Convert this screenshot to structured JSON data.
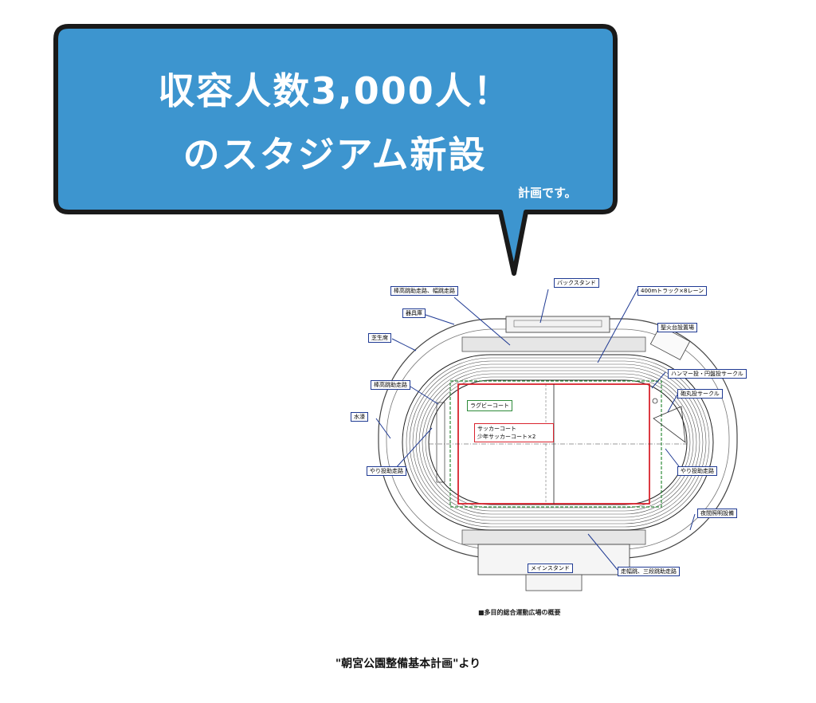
{
  "headline": {
    "line1": "収容人数3,000人！",
    "line2": "のスタジアム新設",
    "note": "計画です。"
  },
  "colors": {
    "bubble_fill": "#3d95cf",
    "bubble_border": "#1a1a1a",
    "label_border": "#1f3a93",
    "rugby_court": "#2e8b3a",
    "soccer_court": "#d9232e"
  },
  "diagram": {
    "labels": {
      "back_stand": "バックスタンド",
      "track": "400mトラック×8レーン",
      "long_jump_pole_vault": "棒高跳助走路、幅跳走路",
      "storage": "器具庫",
      "lawn_seats": "芝生席",
      "cauldron_area": "聖火台設置場",
      "hammer_discus": "ハンマー投・円盤投サークル",
      "pole_vault_runway": "棒高跳助走路",
      "shot_put": "砲丸投サークル",
      "water_jump": "水濠",
      "javelin_left": "やり投助走路",
      "javelin_right": "やり投助走路",
      "night_lighting": "夜間照明設備",
      "main_stand": "メインスタンド",
      "long_triple_jump": "走幅跳、三段跳助走路",
      "rugby_court": "ラグビーコート",
      "soccer_court_1": "サッカーコート",
      "soccer_court_2": "少年サッカーコート×2"
    },
    "caption": "■多目的総合運動広場の概要"
  },
  "source": "\"朝宮公園整備基本計画\"より"
}
